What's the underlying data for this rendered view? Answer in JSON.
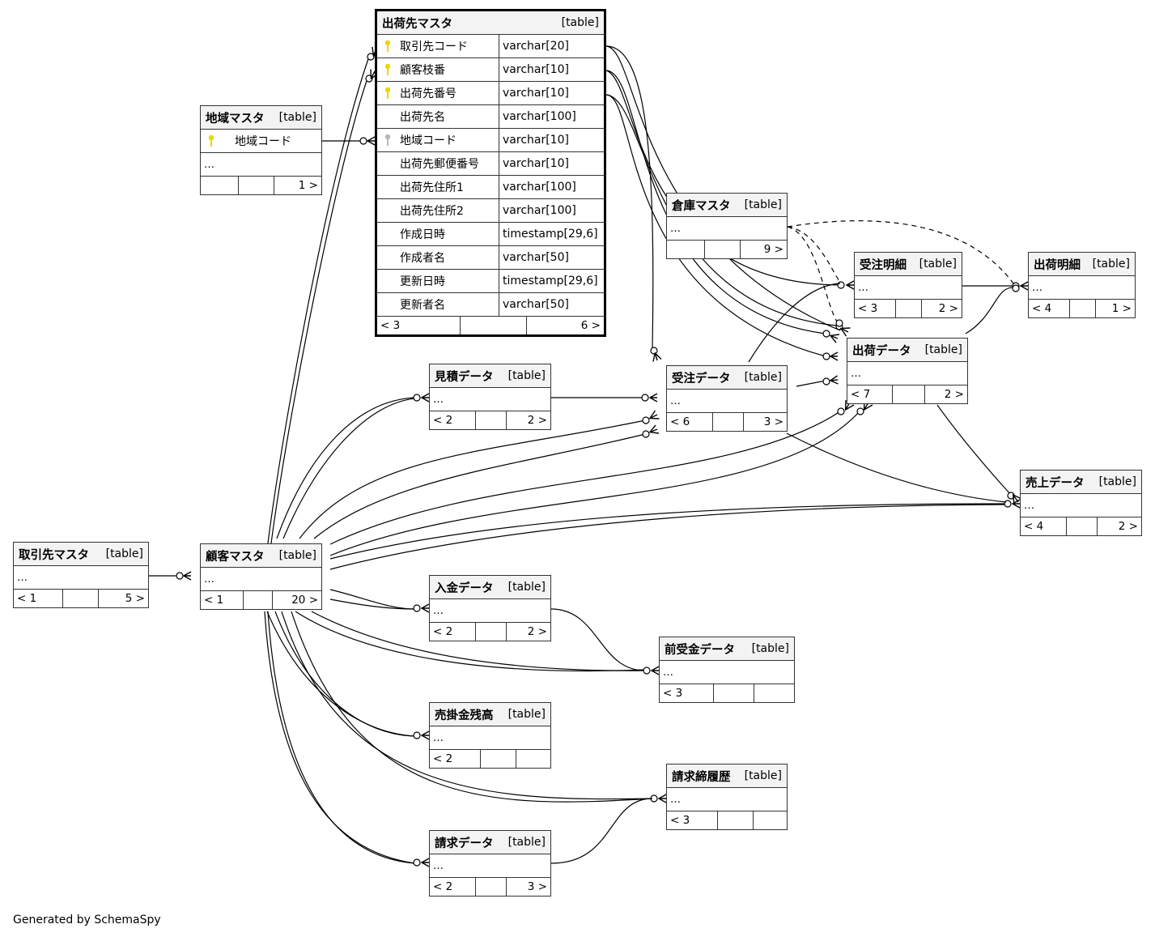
{
  "footer": "Generated by SchemaSpy",
  "table_kind": "[table]",
  "ellipsis": "…",
  "colors": {
    "pk_key": "#e8d800",
    "fk_key": "#b8b8b8",
    "border": "#333333",
    "header_bg": "#f3f3f3"
  },
  "focus_table": {
    "name": "出荷先マスタ",
    "columns": [
      {
        "name": "取引先コード",
        "type": "varchar[20]",
        "key": "pk"
      },
      {
        "name": "顧客枝番",
        "type": "varchar[10]",
        "key": "pk"
      },
      {
        "name": "出荷先番号",
        "type": "varchar[10]",
        "key": "pk"
      },
      {
        "name": "出荷先名",
        "type": "varchar[100]",
        "key": ""
      },
      {
        "name": "地域コード",
        "type": "varchar[10]",
        "key": "fk"
      },
      {
        "name": "出荷先郵便番号",
        "type": "varchar[10]",
        "key": ""
      },
      {
        "name": "出荷先住所1",
        "type": "varchar[100]",
        "key": ""
      },
      {
        "name": "出荷先住所2",
        "type": "varchar[100]",
        "key": ""
      },
      {
        "name": "作成日時",
        "type": "timestamp[29,6]",
        "key": ""
      },
      {
        "name": "作成者名",
        "type": "varchar[50]",
        "key": ""
      },
      {
        "name": "更新日時",
        "type": "timestamp[29,6]",
        "key": ""
      },
      {
        "name": "更新者名",
        "type": "varchar[50]",
        "key": ""
      }
    ],
    "parents": "< 3",
    "children": "6 >"
  },
  "tables": {
    "chiiki": {
      "name": "地域マスタ",
      "column": "地域コード",
      "parents": "",
      "children": "1 >"
    },
    "soko": {
      "name": "倉庫マスタ",
      "parents": "",
      "children": "9 >"
    },
    "juchu_meisai": {
      "name": "受注明細",
      "parents": "< 3",
      "children": "2 >"
    },
    "shukka_meisai": {
      "name": "出荷明細",
      "parents": "< 4",
      "children": "1 >"
    },
    "shukka_data": {
      "name": "出荷データ",
      "parents": "< 7",
      "children": "2 >"
    },
    "juchu_data": {
      "name": "受注データ",
      "parents": "< 6",
      "children": "3 >"
    },
    "mitsumori": {
      "name": "見積データ",
      "parents": "< 2",
      "children": "2 >"
    },
    "uriage": {
      "name": "売上データ",
      "parents": "< 4",
      "children": "2 >"
    },
    "torihiki": {
      "name": "取引先マスタ",
      "parents": "< 1",
      "children": "5 >"
    },
    "kokyaku": {
      "name": "顧客マスタ",
      "parents": "< 1",
      "children": "20 >"
    },
    "nyukin": {
      "name": "入金データ",
      "parents": "< 2",
      "children": "2 >"
    },
    "maeuke": {
      "name": "前受金データ",
      "parents": "< 3",
      "children": ""
    },
    "urikake": {
      "name": "売掛金残高",
      "parents": "< 2",
      "children": ""
    },
    "seikyu_shime": {
      "name": "請求締履歴",
      "parents": "< 3",
      "children": ""
    },
    "seikyu": {
      "name": "請求データ",
      "parents": "< 2",
      "children": "3 >"
    }
  }
}
